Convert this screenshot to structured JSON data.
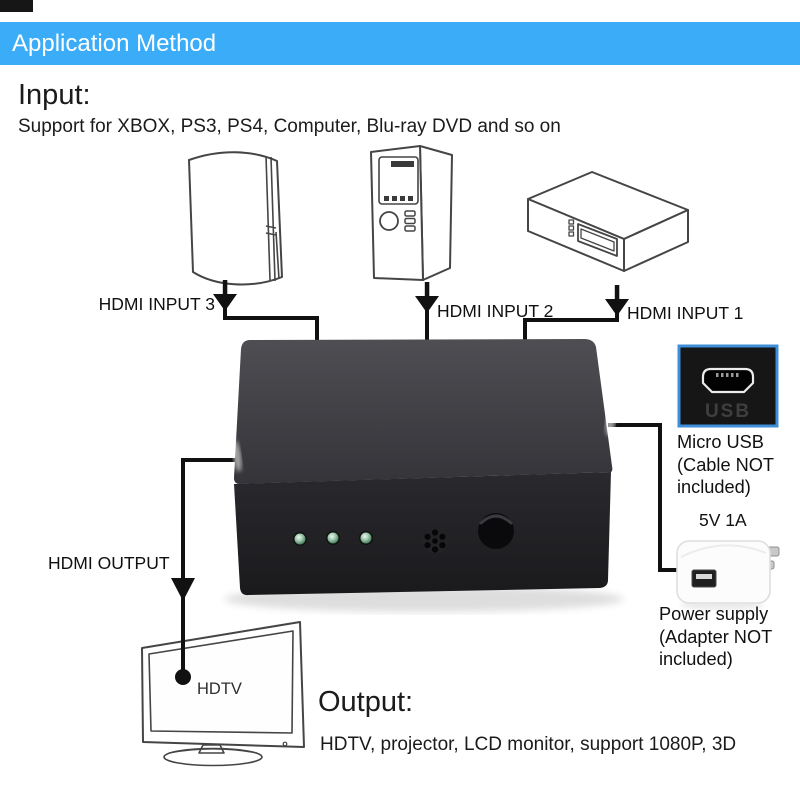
{
  "header": {
    "title": "Application Method"
  },
  "input_section": {
    "heading": "Input:",
    "description": "Support for XBOX, PS3, PS4, Computer, Blu-ray DVD and so on"
  },
  "labels": {
    "input3": "HDMI INPUT 3",
    "input2": "HDMI INPUT 2",
    "input1": "HDMI INPUT 1",
    "output": "HDMI OUTPUT",
    "tv": "HDTV"
  },
  "usb_note": {
    "lines": [
      "Micro USB",
      "(Cable NOT",
      "included)"
    ],
    "port_text": "USB"
  },
  "power_note": {
    "rating": "5V 1A",
    "lines": [
      "Power supply",
      "(Adapter NOT",
      "included)"
    ]
  },
  "output_section": {
    "heading": "Output:",
    "description": "HDTV, projector, LCD monitor, support 1080P, 3D"
  },
  "colors": {
    "header_bg": "#3BACF7",
    "usb_tile_border": "#3F8FD8",
    "led_green": "#5B9371",
    "connector_line": "#111111"
  }
}
